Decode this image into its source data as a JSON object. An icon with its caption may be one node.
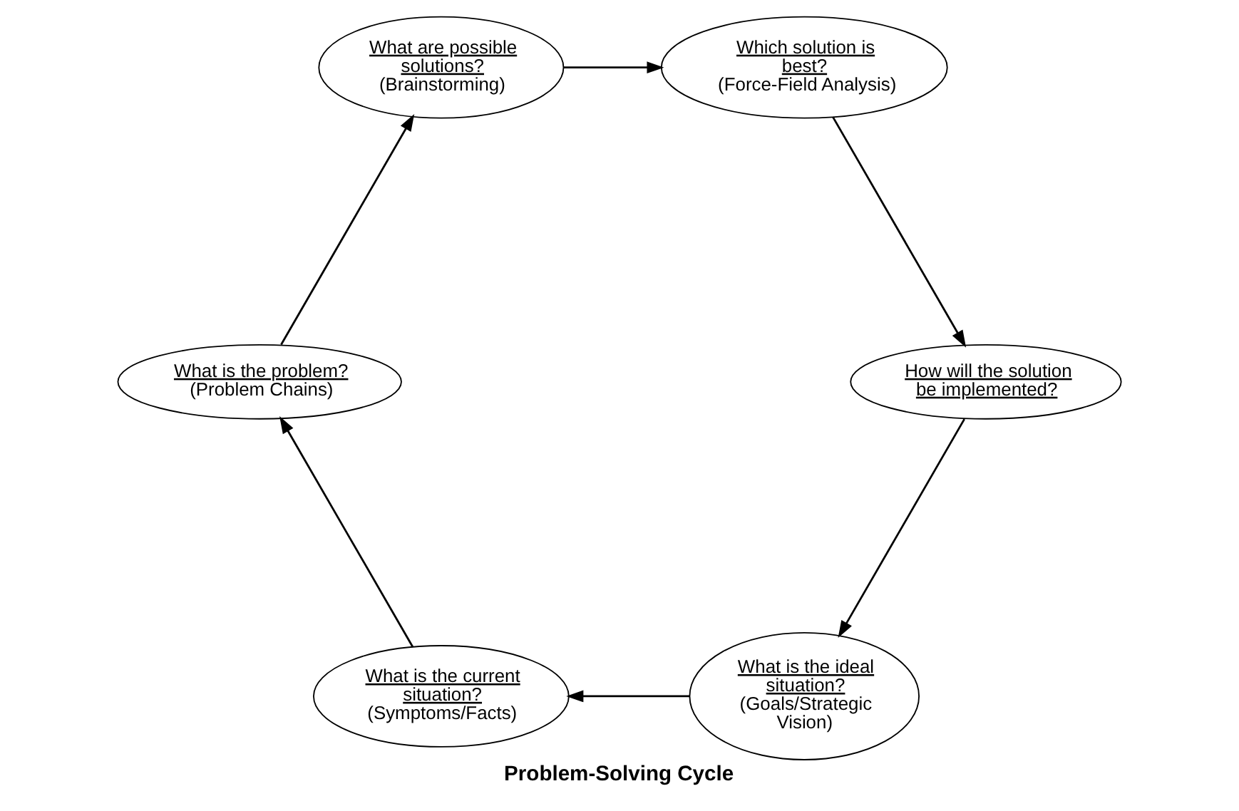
{
  "diagram": {
    "title": "Problem-Solving Cycle",
    "nodes": [
      {
        "text": [
          "What is the ideal situation?",
          "(Goals/Strategic Vision)"
        ]
      },
      {
        "text": [
          "What is the current situation?",
          "(Symptoms/Facts)"
        ]
      },
      {
        "text": [
          "What is the problem?",
          "(Problem Chains)"
        ]
      },
      {
        "text": [
          "What are possible solutions?",
          "(Brainstorming)"
        ]
      },
      {
        "text": [
          "Which solution is best?",
          "(Force-Field Analysis)"
        ]
      },
      {
        "text": [
          "How will the solution be implemented?"
        ]
      }
    ],
    "edges": [
      {
        "from": 0,
        "to": 1,
        "arrow": "to"
      },
      {
        "from": 1,
        "to": 2,
        "arrow": "to"
      },
      {
        "from": 2,
        "to": 3,
        "arrow": "to"
      },
      {
        "from": 3,
        "to": 4,
        "arrow": "to"
      },
      {
        "from": 4,
        "to": 5,
        "arrow": "to"
      },
      {
        "from": 5,
        "to": 0,
        "arrow": "to"
      }
    ]
  }
}
